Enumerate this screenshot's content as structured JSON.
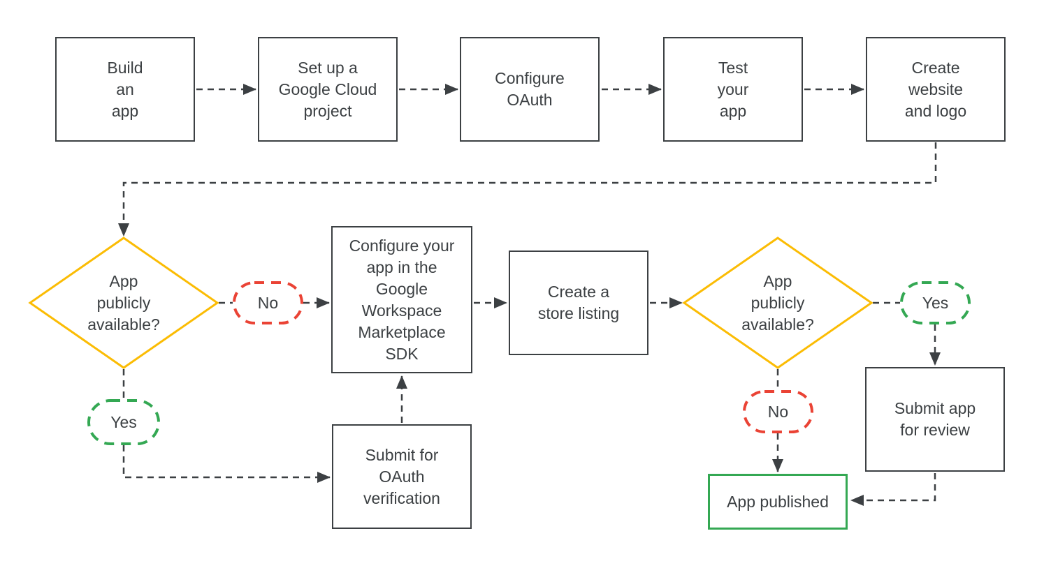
{
  "diagram_title": "Google Workspace Marketplace app publishing flowchart",
  "colors": {
    "background": "#FFFFFF",
    "box_outline": "#3C4043",
    "text": "#3C4043",
    "connector": "#3C4043",
    "decision_yellow": "#FBBC04",
    "no_red": "#EA4335",
    "yes_green": "#34A853",
    "published_green": "#34A853"
  },
  "nodes": {
    "build": {
      "label": "Build\nan\napp"
    },
    "cloud": {
      "label": "Set up a\nGoogle Cloud\nproject"
    },
    "configure_oauth": {
      "label": "Configure\nOAuth"
    },
    "test": {
      "label": "Test\nyour\napp"
    },
    "website": {
      "label": "Create\nwebsite\nand logo"
    },
    "decision_left": {
      "label": "App\npublicly\navailable?"
    },
    "no_left": {
      "label": "No"
    },
    "yes_left": {
      "label": "Yes"
    },
    "sdk": {
      "label": "Configure your\napp in the\nGoogle\nWorkspace\nMarketplace\nSDK"
    },
    "store_listing": {
      "label": "Create a\nstore listing"
    },
    "decision_right": {
      "label": "App\npublicly\navailable?"
    },
    "yes_right": {
      "label": "Yes"
    },
    "no_right": {
      "label": "No"
    },
    "oauth_verification": {
      "label": "Submit for\nOAuth\nverification"
    },
    "review": {
      "label": "Submit app\nfor review"
    },
    "published": {
      "label": "App published"
    }
  },
  "edges": [
    {
      "from": "Build an app",
      "to": "Set up a Google Cloud project"
    },
    {
      "from": "Set up a Google Cloud project",
      "to": "Configure OAuth"
    },
    {
      "from": "Configure OAuth",
      "to": "Test your app"
    },
    {
      "from": "Test your app",
      "to": "Create website and logo"
    },
    {
      "from": "Create website and logo",
      "to": "App publicly available? (left)"
    },
    {
      "from": "App publicly available? (left)",
      "label": "No",
      "to": "Configure your app in the Google Workspace Marketplace SDK"
    },
    {
      "from": "App publicly available? (left)",
      "label": "Yes",
      "to": "Submit for OAuth verification"
    },
    {
      "from": "Submit for OAuth verification",
      "to": "Configure your app in the Google Workspace Marketplace SDK"
    },
    {
      "from": "Configure your app in the Google Workspace Marketplace SDK",
      "to": "Create a store listing"
    },
    {
      "from": "Create a store listing",
      "to": "App publicly available? (right)"
    },
    {
      "from": "App publicly available? (right)",
      "label": "Yes",
      "to": "Submit app for review"
    },
    {
      "from": "App publicly available? (right)",
      "label": "No",
      "to": "App published"
    },
    {
      "from": "Submit app for review",
      "to": "App published"
    }
  ]
}
